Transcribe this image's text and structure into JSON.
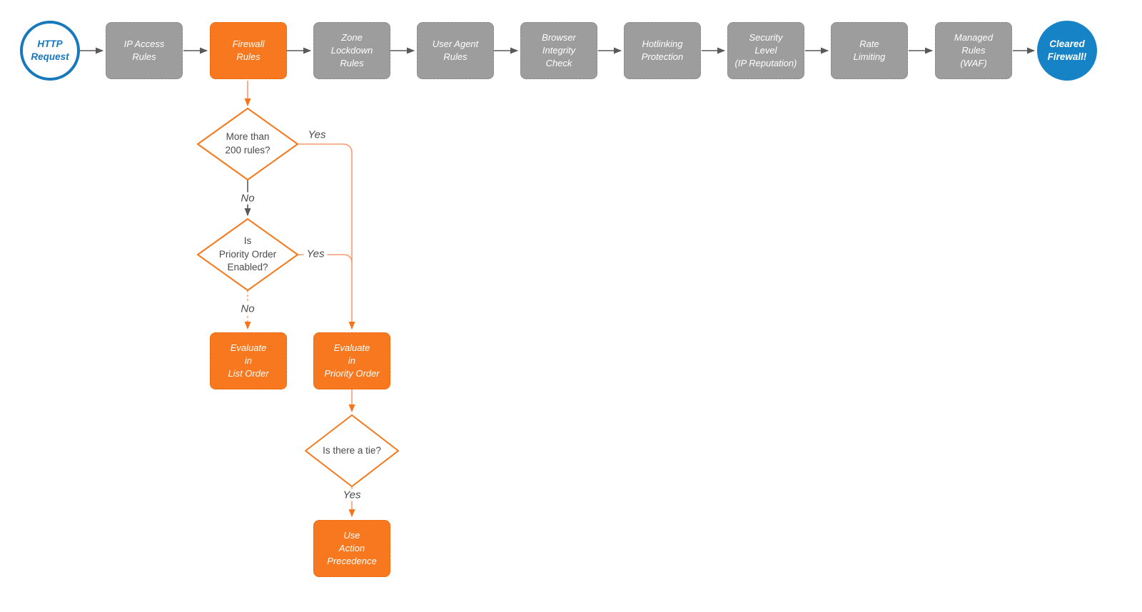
{
  "colors": {
    "orange_fill": "#F7781E",
    "orange_stroke": "#F5791D",
    "orange_line": "#F89B72",
    "gray_fill": "#9D9D9D",
    "dark_line": "#595959",
    "blue_stroke": "#1778BC",
    "blue_fill": "#1583C5",
    "label_text": "#4A4A4A",
    "node_text": "#FFFFFF"
  },
  "flow": {
    "start": {
      "label": "HTTP\nRequest"
    },
    "steps": [
      {
        "label": "IP Access\nRules"
      },
      {
        "label": "Firewall\nRules"
      },
      {
        "label": "Zone\nLockdown\nRules"
      },
      {
        "label": "User Agent\nRules"
      },
      {
        "label": "Browser\nIntegrity\nCheck"
      },
      {
        "label": "Hotlinking\nProtection"
      },
      {
        "label": "Security\nLevel\n(IP Reputation)"
      },
      {
        "label": "Rate\nLimiting"
      },
      {
        "label": "Managed\nRules\n(WAF)"
      }
    ],
    "end": {
      "label": "Cleared\nFirewall!"
    },
    "decisions": [
      {
        "label": "More than\n200 rules?"
      },
      {
        "label": "Is\nPriority Order\nEnabled?"
      },
      {
        "label": "Is there a tie?"
      }
    ],
    "actions": [
      {
        "label": "Evaluate\nin\nList Order"
      },
      {
        "label": "Evaluate\nin\nPriority Order"
      },
      {
        "label": "Use\nAction\nPrecedence"
      }
    ],
    "edge_labels": {
      "yes1": "Yes",
      "no1": "No",
      "yes2": "Yes",
      "no2": "No",
      "yes3": "Yes"
    }
  }
}
